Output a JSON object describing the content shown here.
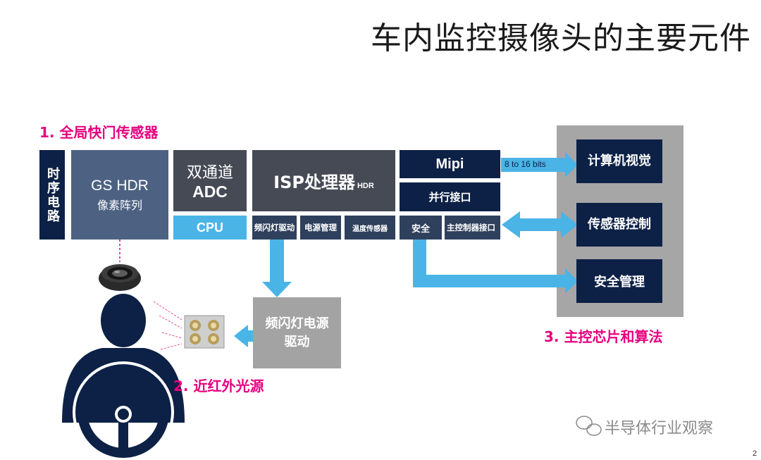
{
  "title": "车内监控摄像头的主要元件",
  "labels": {
    "sensor": "1. 全局快门传感器",
    "light": "2. 近红外光源",
    "host": "3. 主控芯片和算法"
  },
  "blocks": {
    "timing": "时序电路",
    "gs_line1": "GS HDR",
    "gs_line2": "像素阵列",
    "adc_line1": "双通道",
    "adc_line2": "ADC",
    "cpu": "CPU",
    "isp": "ISP处理器",
    "isp_sub": "HDR",
    "flash_drv": "频闪灯驱动",
    "power": "电源管理",
    "temp": "温度传感器",
    "mipi": "Mipi",
    "parallel": "并行接口",
    "safety": "安全",
    "host_if": "主控制器接口",
    "flash_power": "频闪灯电源驱动",
    "cv": "计算机视觉",
    "sensor_ctrl": "传感器控制",
    "safety_mgmt": "安全管理",
    "bits": "8 to 16 bits"
  },
  "watermark": "半导体行业观察",
  "page_number": "2",
  "colors": {
    "navy": "#0d2146",
    "slate": "#2f405d",
    "cyan": "#4ab4e6",
    "accent": "#e6007e",
    "gray": "#a6a6a6"
  }
}
